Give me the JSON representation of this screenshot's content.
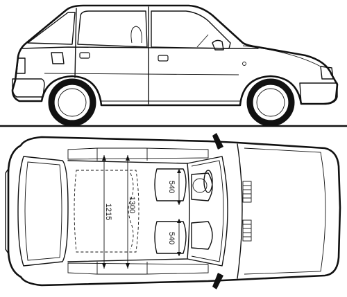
{
  "dimensions": {
    "width_rear": "1215",
    "width_mid": "1300",
    "seat_front_upper": "540",
    "seat_front_lower": "540"
  }
}
